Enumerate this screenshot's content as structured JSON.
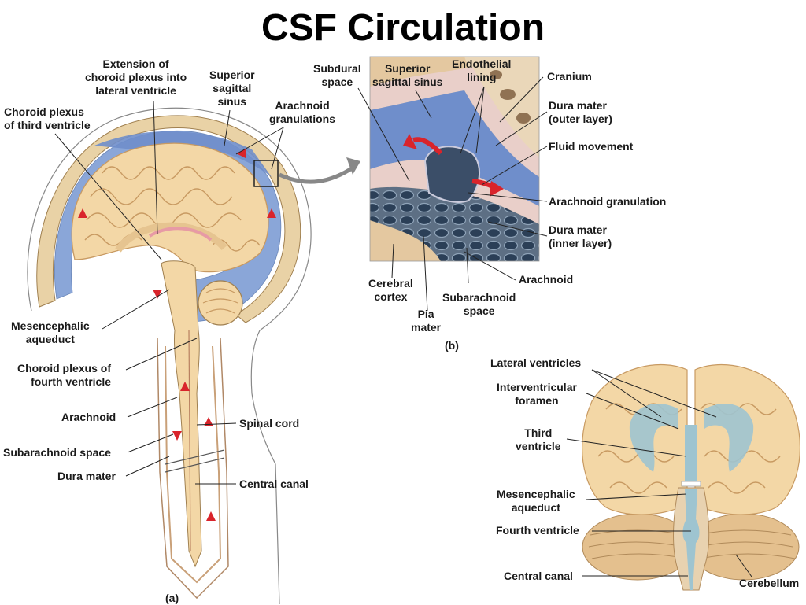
{
  "title": "CSF Circulation",
  "panel_a": {
    "tag": "(a)",
    "labels": {
      "extension_choroid": [
        "Extension of",
        "choroid plexus into",
        "lateral ventricle"
      ],
      "superior_sagittal_sinus": [
        "Superior",
        "sagittal",
        "sinus"
      ],
      "arachnoid_granulations": [
        "Arachnoid",
        "granulations"
      ],
      "choroid_third": [
        "Choroid plexus",
        "of third ventricle"
      ],
      "mesencephalic_aqueduct": [
        "Mesencephalic",
        "aqueduct"
      ],
      "choroid_fourth": [
        "Choroid plexus of",
        "fourth ventricle"
      ],
      "arachnoid": "Arachnoid",
      "subarachnoid_space": "Subarachnoid space",
      "dura_mater": "Dura mater",
      "spinal_cord": "Spinal cord",
      "central_canal": "Central canal"
    }
  },
  "panel_b": {
    "tag": "(b)",
    "labels": {
      "subdural_space": [
        "Subdural",
        "space"
      ],
      "superior_sagittal_sinus": [
        "Superior",
        "sagittal sinus"
      ],
      "endothelial_lining": [
        "Endothelial",
        "lining"
      ],
      "cranium": "Cranium",
      "dura_outer": [
        "Dura mater",
        "(outer layer)"
      ],
      "fluid_movement": "Fluid movement",
      "arachnoid_granulation": "Arachnoid granulation",
      "dura_inner": [
        "Dura mater",
        "(inner layer)"
      ],
      "arachnoid": "Arachnoid",
      "cerebral_cortex": [
        "Cerebral",
        "cortex"
      ],
      "subarachnoid_space": [
        "Subarachnoid",
        "space"
      ],
      "pia_mater": [
        "Pia",
        "mater"
      ]
    }
  },
  "panel_c": {
    "labels": {
      "lateral_ventricles": "Lateral ventricles",
      "interventricular_foramen": [
        "Interventricular",
        "foramen"
      ],
      "third_ventricle": [
        "Third",
        "ventricle"
      ],
      "mesencephalic_aqueduct": [
        "Mesencephalic",
        "aqueduct"
      ],
      "fourth_ventricle": "Fourth ventricle",
      "central_canal": "Central canal",
      "cerebellum": "Cerebellum"
    }
  },
  "colors": {
    "brain": "#f3d7a6",
    "brain_gyri": "#c89a62",
    "csf_blue": "#8aa6d8",
    "dura": "#e9cfc9",
    "flow_arrow": "#d9242b",
    "ventricle": "#9ec4d0"
  }
}
